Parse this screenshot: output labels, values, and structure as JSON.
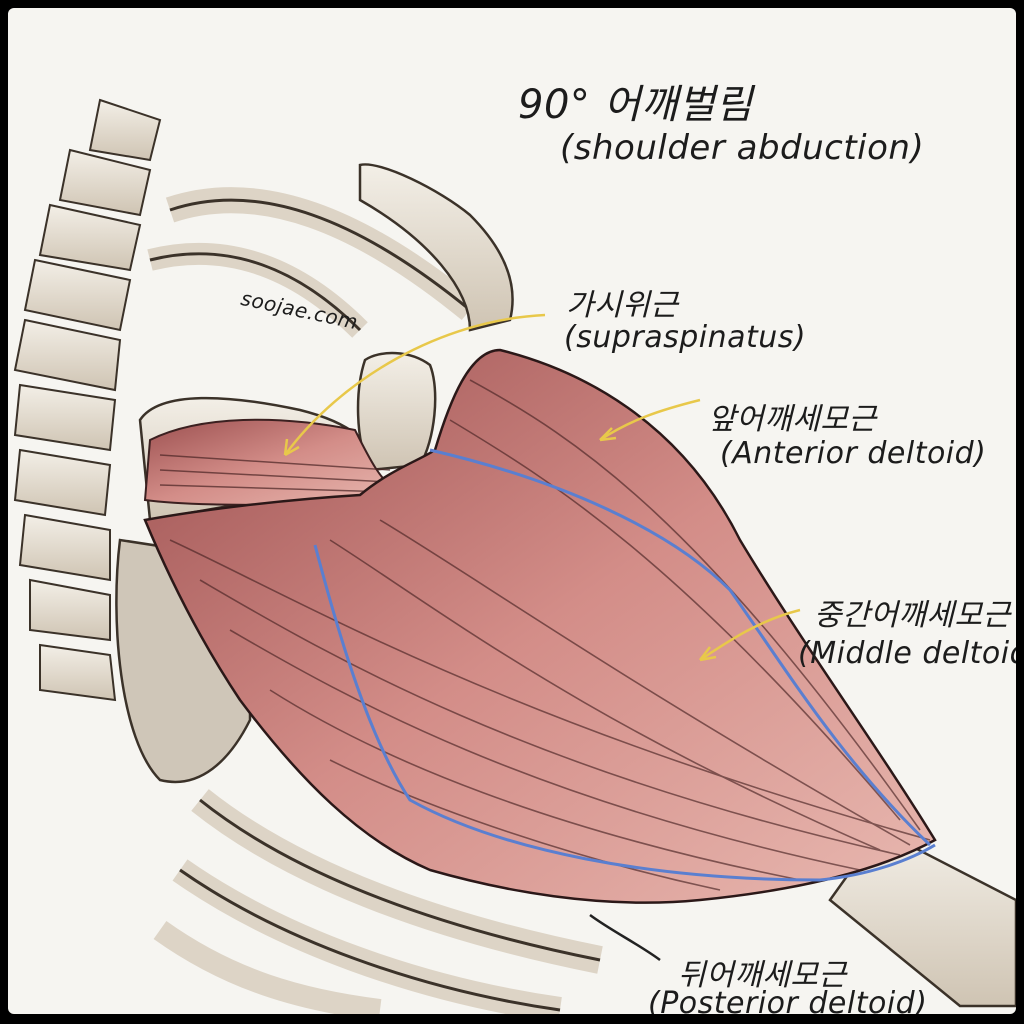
{
  "title": {
    "line1": "90° 어깨벌림",
    "line2": "(shoulder abduction)"
  },
  "watermark": "soojae.com",
  "labels": {
    "supraspinatus": {
      "korean": "가시위근",
      "english": "(supraspinatus)"
    },
    "anterior_deltoid": {
      "korean": "앞어깨세모근",
      "english": "(Anterior deltoid)"
    },
    "middle_deltoid": {
      "korean": "중간어깨세모근",
      "english": "(Middle deltoid)"
    },
    "posterior_deltoid": {
      "korean": "뒤어깨세모근",
      "english": "(Posterior deltoid)"
    }
  },
  "colors": {
    "background": "#f6f5f1",
    "bone": "#e9e3d8",
    "bone_shadow": "#b9ad9b",
    "muscle": "#b86b6b",
    "muscle_light": "#e3a6a0",
    "muscle_fiber": "#4a2424",
    "boundary_line": "#5a7fd0",
    "arrow": "#e8c84a"
  }
}
